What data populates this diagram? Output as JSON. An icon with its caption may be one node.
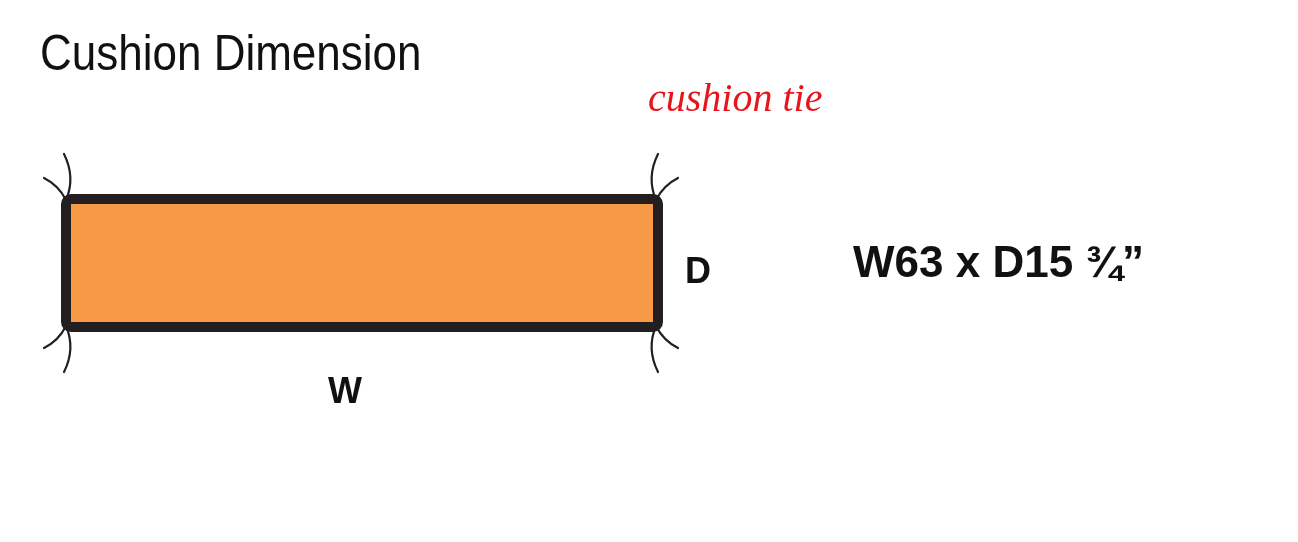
{
  "diagram": {
    "title": "Cushion Dimension",
    "nodes": [
      {
        "text": [],
        "shape": "box"
      }
    ],
    "labels": [
      "cushion tie",
      "D",
      "W",
      "W63 x D15 ¾”"
    ]
  }
}
